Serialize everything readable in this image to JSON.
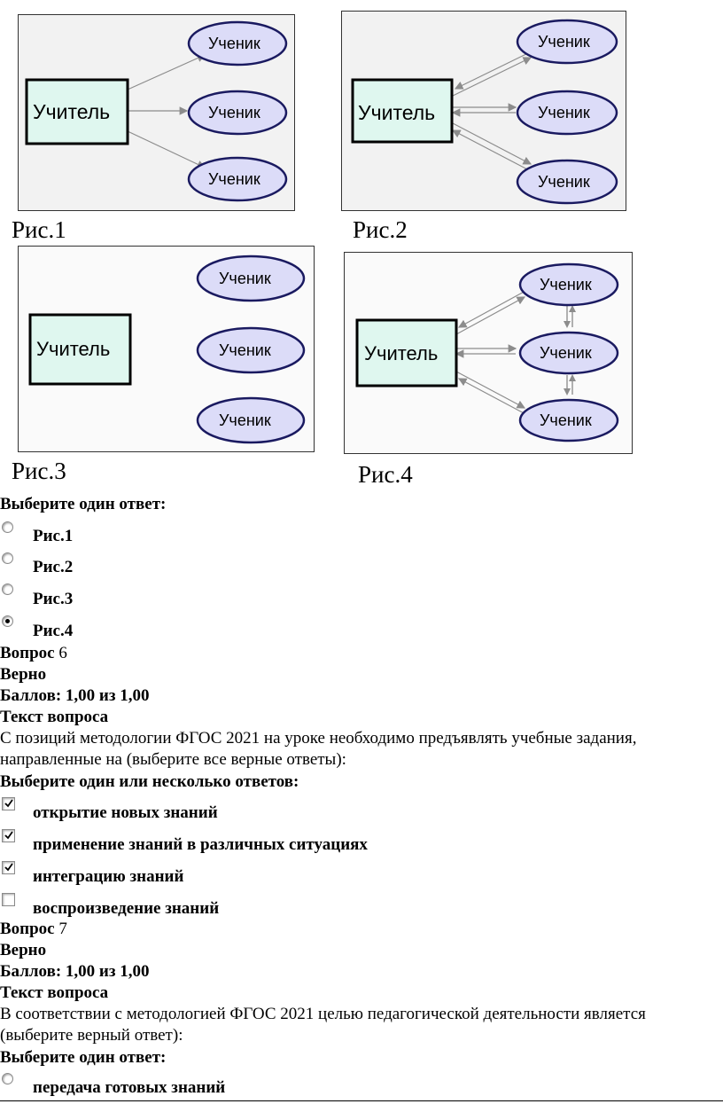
{
  "figures": {
    "teacher_label": "Учитель",
    "student_label": "Ученик",
    "captions": [
      "Рис.1",
      "Рис.2",
      "Рис.3",
      "Рис.4"
    ],
    "colors": {
      "teacher_fill": "#dff7ef",
      "student_fill": "#dcdcf8",
      "student_stroke": "#1a1a60",
      "arrow": "#8c8c8c"
    }
  },
  "q5": {
    "choose_prompt": "Выберите один ответ:",
    "options": [
      {
        "label": "Рис.1",
        "selected": false
      },
      {
        "label": "Рис.2",
        "selected": false
      },
      {
        "label": "Рис.3",
        "selected": false
      },
      {
        "label": "Рис.4",
        "selected": true
      }
    ]
  },
  "q6": {
    "question_word": "Вопрос",
    "number": "6",
    "status": "Верно",
    "score": "Баллов: 1,00 из 1,00",
    "text_heading": "Текст вопроса",
    "text_line1": "С позиций методологии ФГОС 2021 на уроке необходимо предъявлять учебные задания,",
    "text_line2": "направленные на (выберите все верные ответы):",
    "choose_prompt": "Выберите один или несколько ответов:",
    "options": [
      {
        "label": "открытие новых знаний",
        "checked": true
      },
      {
        "label": "применение знаний в различных ситуациях",
        "checked": true
      },
      {
        "label": "интеграцию знаний",
        "checked": true
      },
      {
        "label": "воспроизведение знаний",
        "checked": false
      }
    ]
  },
  "q7": {
    "question_word": "Вопрос",
    "number": "7",
    "status": "Верно",
    "score": "Баллов: 1,00 из 1,00",
    "text_heading": "Текст вопроса",
    "text_line1": "В соответствии с методологией ФГОС 2021 целью педагогической деятельности является",
    "text_line2": "(выберите верный ответ):",
    "choose_prompt": "Выберите один ответ:",
    "options": [
      {
        "label": "передача готовых знаний",
        "selected": false
      }
    ]
  }
}
